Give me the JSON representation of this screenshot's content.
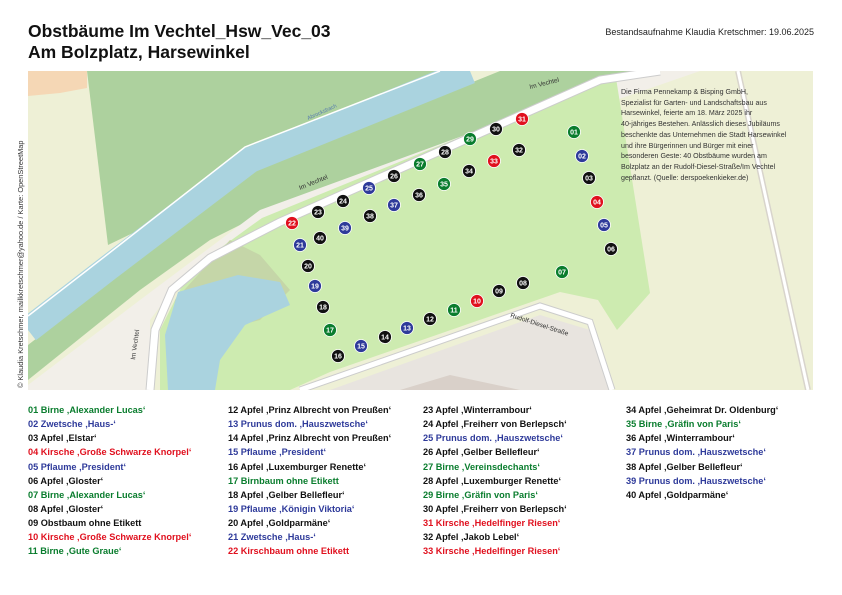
{
  "header": {
    "title_line1": "Obstbäume Im Vechtel_Hsw_Vec_03",
    "title_line2": "Am Bolzplatz, Harsewinkel",
    "survey": "Bestandsaufnahme Klaudia Kretschmer: 19.06.2025"
  },
  "credit": "© Klaudia Kretschmer, mailkkretschmer@yahoo.de / Karte: OpenStreetMap",
  "map": {
    "streets": {
      "im_vechtel": "Im Vechtel",
      "rudolf_diesel": "Rudolf-Diesel-Straße",
      "stream": "Abrocksbach"
    },
    "info_lines": [
      "Die Firma Pennekamp & Bisping GmbH,",
      "Spezialist für Garten- und Landschaftsbau aus",
      "Harsewinkel, feierte am 18. März 2025 ihr",
      "40-jähriges Bestehen. Anlässlich dieses Jubiläums",
      "beschenkte das Unternehmen die Stadt Harsewinkel",
      "und ihre Bürgerinnen und Bürger mit einer",
      "besonderen Geste: 40 Obstbäume wurden am",
      "Bolzplatz an der Rudolf-Diesel-Straße/Im Vechtel",
      "gepflanzt. (Quelle: derspoekenkieker.de)"
    ]
  },
  "colors": {
    "green": "#0a7d2e",
    "blue": "#2e3a9a",
    "red": "#e0101e",
    "black": "#111111"
  },
  "trees": [
    {
      "num": "01",
      "label": "01 Birne ‚Alexander Lucas‘",
      "color": "green"
    },
    {
      "num": "02",
      "label": "02 Zwetsche ‚Haus-‘",
      "color": "blue"
    },
    {
      "num": "03",
      "label": "03 Apfel ‚Elstar‘",
      "color": "black"
    },
    {
      "num": "04",
      "label": "04 Kirsche ‚Große Schwarze Knorpel‘",
      "color": "red"
    },
    {
      "num": "05",
      "label": "05 Pflaume ‚President‘",
      "color": "blue"
    },
    {
      "num": "06",
      "label": "06 Apfel ‚Gloster‘",
      "color": "black"
    },
    {
      "num": "07",
      "label": "07 Birne ‚Alexander Lucas‘",
      "color": "green"
    },
    {
      "num": "08",
      "label": "08 Apfel ‚Gloster‘",
      "color": "black"
    },
    {
      "num": "09",
      "label": "09 Obstbaum ohne Etikett",
      "color": "black"
    },
    {
      "num": "10",
      "label": "10 Kirsche ‚Große Schwarze Knorpel‘",
      "color": "red"
    },
    {
      "num": "11",
      "label": "11 Birne ‚Gute Graue‘",
      "color": "green"
    },
    {
      "num": "12",
      "label": "12 Apfel ‚Prinz Albrecht von Preußen‘",
      "color": "black"
    },
    {
      "num": "13",
      "label": "13 Prunus dom. ‚Hauszwetsche‘",
      "color": "blue"
    },
    {
      "num": "14",
      "label": "14 Apfel ‚Prinz Albrecht von Preußen‘",
      "color": "black"
    },
    {
      "num": "15",
      "label": "15 Pflaume ‚President‘",
      "color": "blue"
    },
    {
      "num": "16",
      "label": "16 Apfel ‚Luxemburger Renette‘",
      "color": "black"
    },
    {
      "num": "17",
      "label": "17 Birnbaum ohne Etikett",
      "color": "green"
    },
    {
      "num": "18",
      "label": "18 Apfel ‚Gelber Bellefleur‘",
      "color": "black"
    },
    {
      "num": "19",
      "label": "19 Pflaume ‚Königin Viktoria‘",
      "color": "blue"
    },
    {
      "num": "20",
      "label": "20 Apfel ‚Goldparmäne‘",
      "color": "black"
    },
    {
      "num": "21",
      "label": "21 Zwetsche ‚Haus-‘",
      "color": "blue"
    },
    {
      "num": "22",
      "label": "22 Kirschbaum ohne Etikett",
      "color": "red"
    },
    {
      "num": "23",
      "label": "23 Apfel ‚Winterrambour‘",
      "color": "black"
    },
    {
      "num": "24",
      "label": "24 Apfel ‚Freiherr von Berlepsch‘",
      "color": "black"
    },
    {
      "num": "25",
      "label": "25 Prunus dom. ‚Hauszwetsche‘",
      "color": "blue"
    },
    {
      "num": "26",
      "label": "26 Apfel ‚Gelber Bellefleur‘",
      "color": "black"
    },
    {
      "num": "27",
      "label": "27 Birne ‚Vereinsdechants‘",
      "color": "green"
    },
    {
      "num": "28",
      "label": "28 Apfel ‚Luxemburger Renette‘",
      "color": "black"
    },
    {
      "num": "29",
      "label": "29 Birne ‚Gräfin von Paris‘",
      "color": "green"
    },
    {
      "num": "30",
      "label": "30 Apfel ‚Freiherr von Berlepsch‘",
      "color": "black"
    },
    {
      "num": "31",
      "label": "31 Kirsche ‚Hedelfinger Riesen‘",
      "color": "red"
    },
    {
      "num": "32",
      "label": "32 Apfel ‚Jakob Lebel‘",
      "color": "black"
    },
    {
      "num": "33",
      "label": "33 Kirsche ‚Hedelfinger Riesen‘",
      "color": "red"
    },
    {
      "num": "34",
      "label": "34 Apfel ‚Geheimrat Dr. Oldenburg‘",
      "color": "black"
    },
    {
      "num": "35",
      "label": "35 Birne ‚Gräfin von Paris‘",
      "color": "green"
    },
    {
      "num": "36",
      "label": "36 Apfel ‚Winterrambour‘",
      "color": "black"
    },
    {
      "num": "37",
      "label": "37 Prunus dom. ‚Hauszwetsche‘",
      "color": "blue"
    },
    {
      "num": "38",
      "label": "38 Apfel ‚Gelber Bellefleur‘",
      "color": "black"
    },
    {
      "num": "39",
      "label": "39 Prunus dom. ‚Hauszwetsche‘",
      "color": "blue"
    },
    {
      "num": "40",
      "label": "40 Apfel ‚Goldparmäne‘",
      "color": "black"
    }
  ]
}
